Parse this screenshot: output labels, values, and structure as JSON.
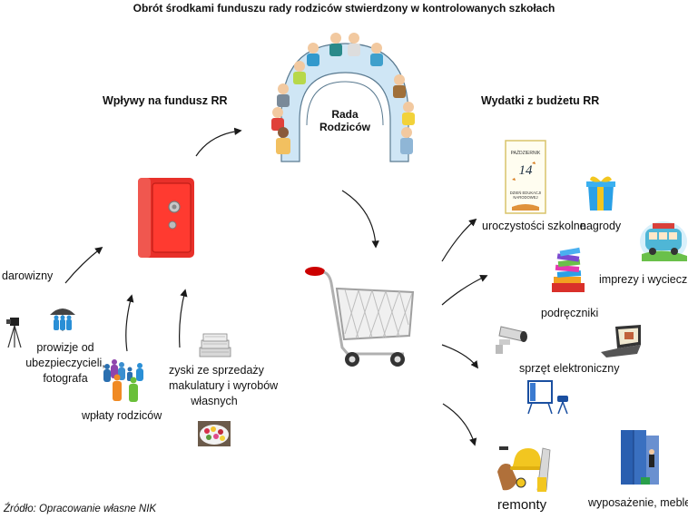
{
  "title": "Obrót środkami funduszu rady rodziców stwierdzony w kontrolowanych szkołach",
  "center": {
    "council_label": "Rada Rodziców"
  },
  "inflows": {
    "heading": "Wpływy na fundusz RR",
    "items": [
      {
        "label": "darowizny",
        "icon": "camera-tripod-icon"
      },
      {
        "label": "prowizje od\nubezpieczycieli,\nfotografa",
        "lines": [
          "prowizje od",
          "ubezpieczycieli,",
          "fotografa"
        ],
        "icon": "umbrella-people-icon"
      },
      {
        "label": "wpłaty rodziców",
        "icon": "family-icon"
      },
      {
        "label": "zyski ze sprzedaży makulatury i wyrobów własnych",
        "lines": [
          "zyski ze sprzedaży",
          "makulatury i wyrobów",
          "własnych"
        ],
        "icon": "newspapers-icon"
      }
    ]
  },
  "outflows": {
    "heading": "Wydatki z budżetu RR",
    "items": [
      {
        "label": "uroczystości szkolne",
        "icon": "poster-icon"
      },
      {
        "label": "nagrody",
        "icon": "gift-icon"
      },
      {
        "label": "imprezy i wycieczki",
        "icon": "bus-icon"
      },
      {
        "label": "podręczniki",
        "icon": "books-icon"
      },
      {
        "label": "sprzęt elektroniczny",
        "icon": "electronics-icon"
      },
      {
        "label": "remonty",
        "icon": "tools-icon"
      },
      {
        "label": "wyposażenie, meble",
        "icon": "lockers-icon"
      }
    ]
  },
  "poster": {
    "month": "PAŹDZIERNIK",
    "day": "14",
    "event_line1": "DZIEŃ EDUKACJI",
    "event_line2": "NARODOWEJ"
  },
  "source": "Źródło: Opracowanie własne NIK"
}
